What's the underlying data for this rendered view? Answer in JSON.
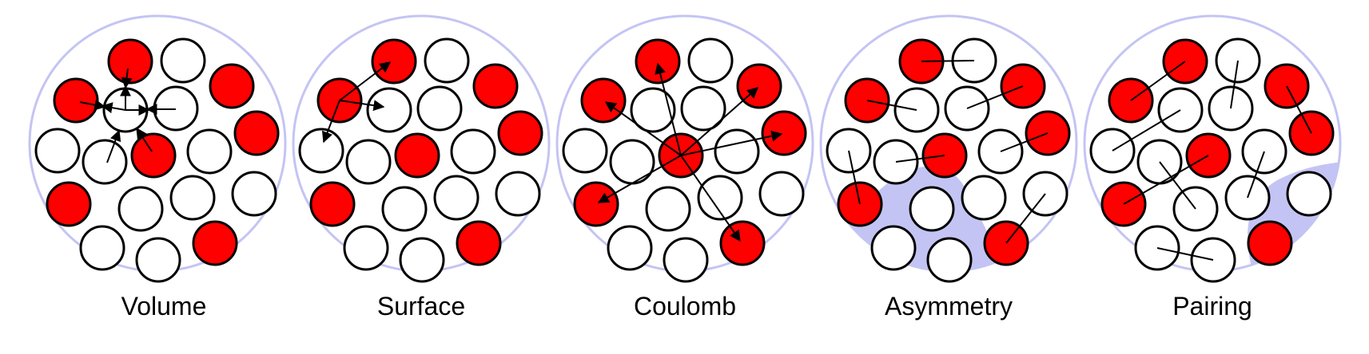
{
  "colors": {
    "proton": "#ff0000",
    "neutron": "#ffffff",
    "outline": "#000000",
    "nucleus_border": "#c4c4f4",
    "nucleus_fill": "#ffffff",
    "highlight_region": "#c4c4f4",
    "arrow": "#000000"
  },
  "panels": [
    {
      "key": "volume",
      "label": "Volume"
    },
    {
      "key": "surface",
      "label": "Surface"
    },
    {
      "key": "coulomb",
      "label": "Coulomb"
    },
    {
      "key": "asymmetry",
      "label": "Asymmetry"
    },
    {
      "key": "pairing",
      "label": "Pairing"
    }
  ]
}
